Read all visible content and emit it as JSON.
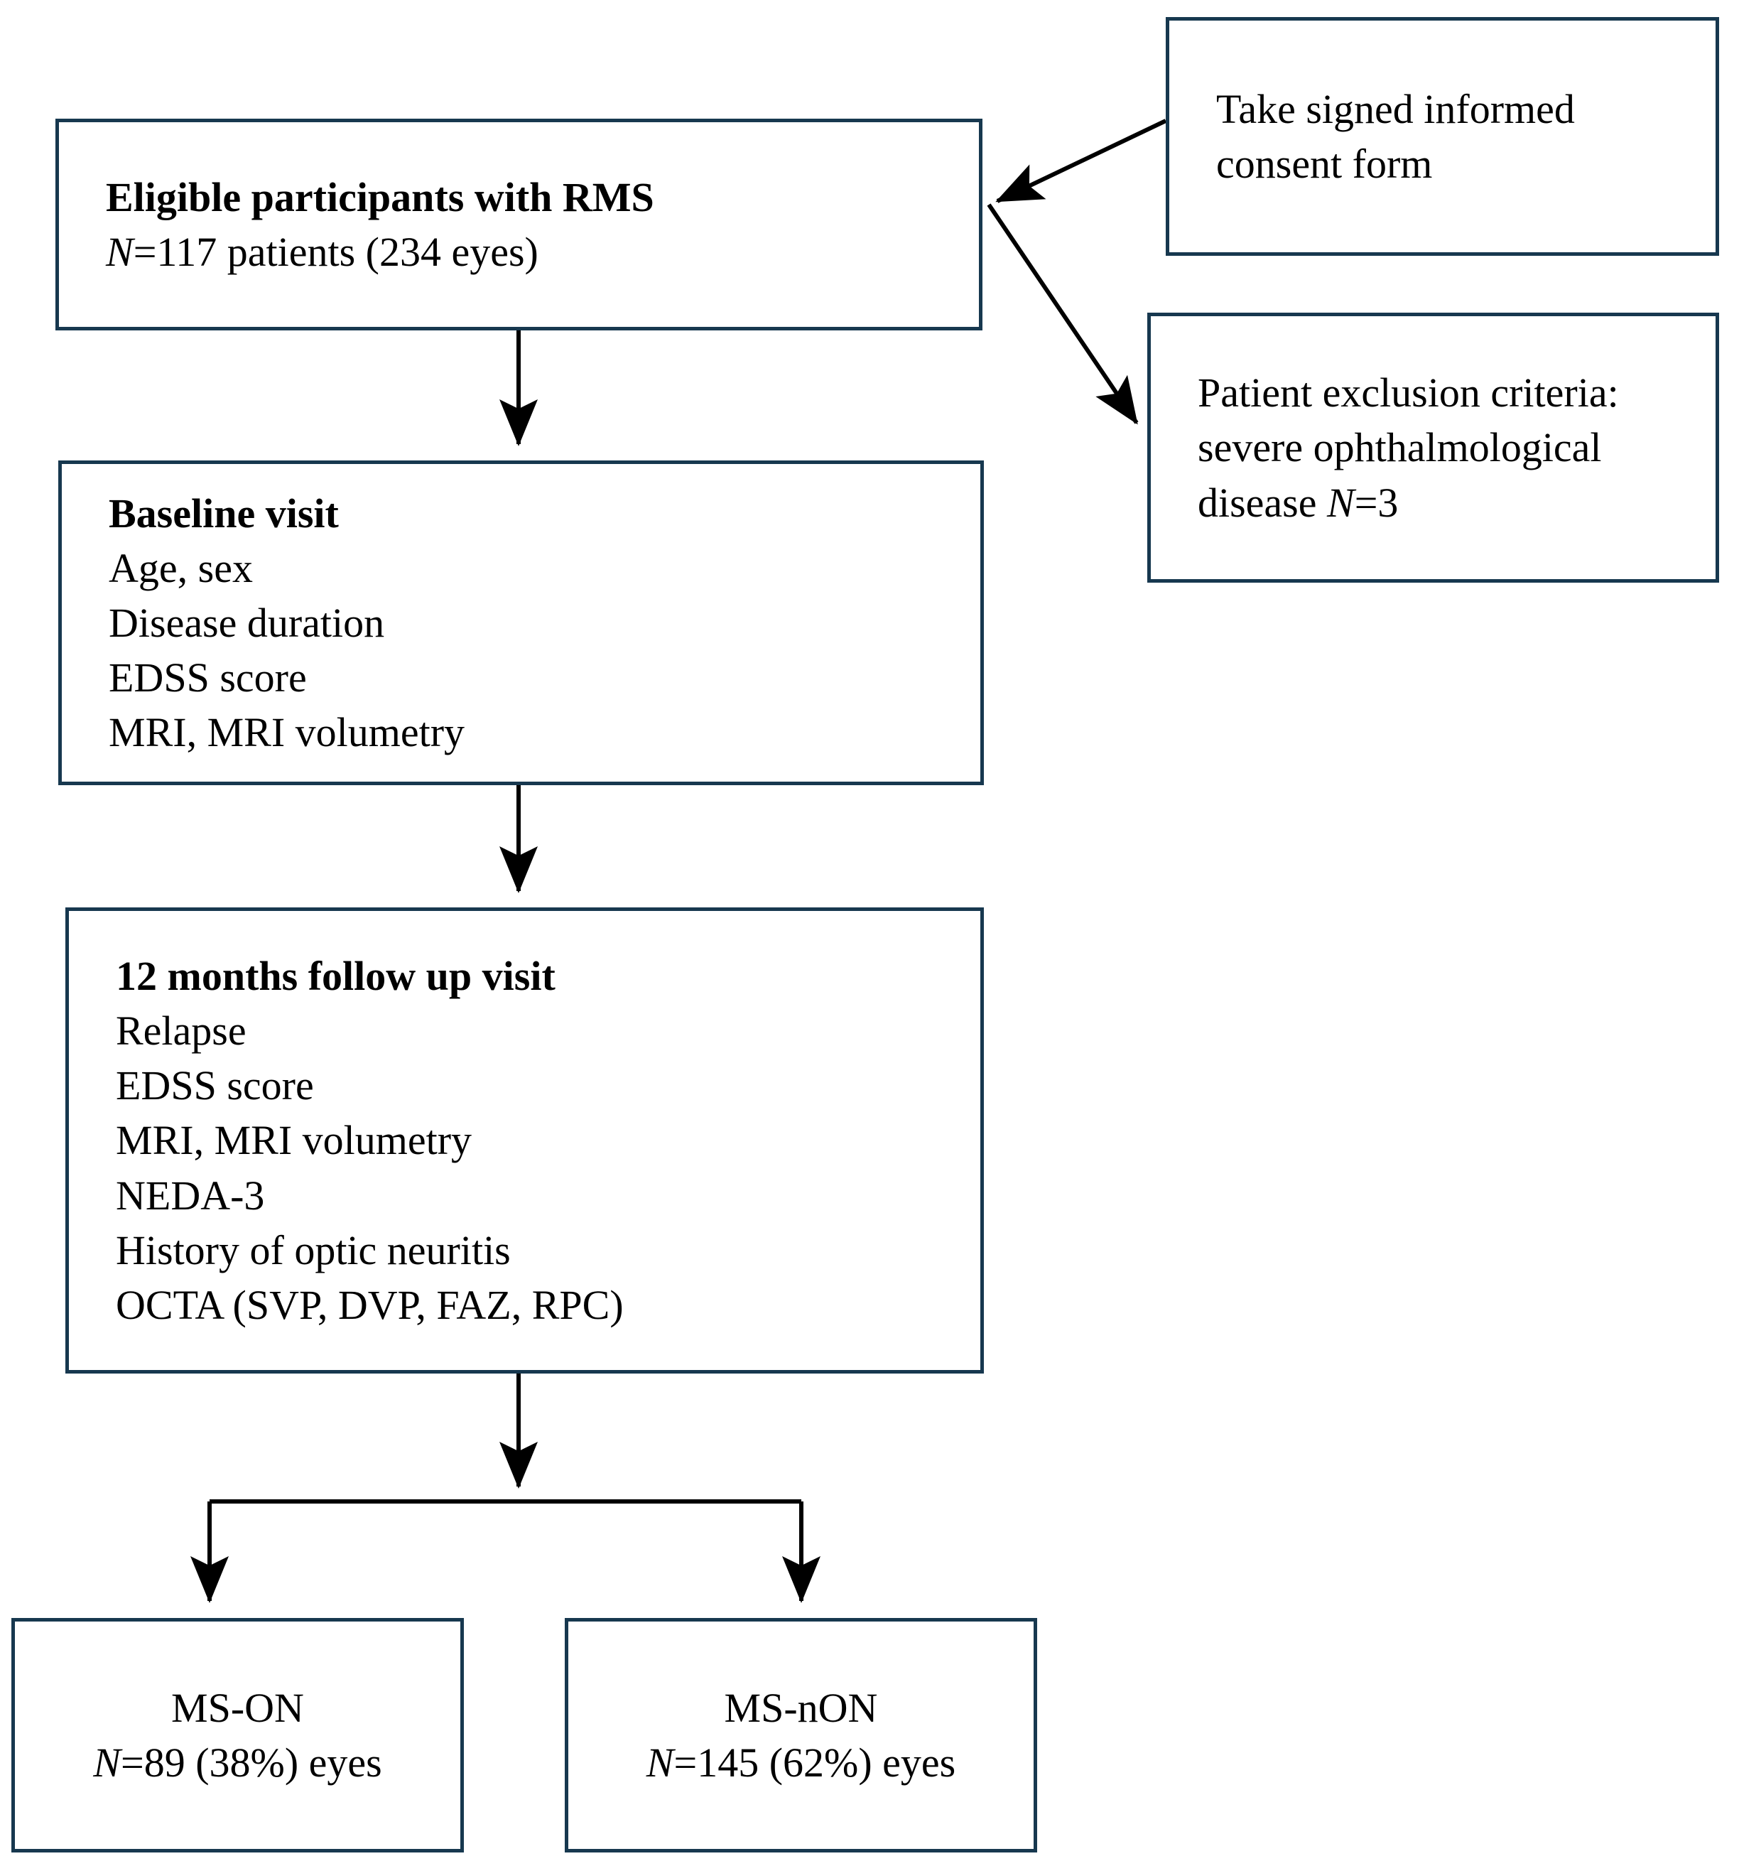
{
  "figure": {
    "type": "study-flowchart",
    "accent_color": "#17384f",
    "background_color": "#ffffff",
    "text_color": "#000000"
  },
  "boxes": {
    "eligible": {
      "title": "Eligible participants with RMS",
      "line2_prefix": "N",
      "line2_rest": "=117 patients (234 eyes)"
    },
    "baseline": {
      "title": "Baseline visit",
      "items": [
        "Age, sex",
        "Disease duration",
        "EDSS score",
        "MRI, MRI volumetry"
      ]
    },
    "followup": {
      "title": "12 months follow up visit",
      "items": [
        "Relapse",
        "EDSS score",
        "MRI, MRI volumetry",
        "NEDA-3",
        "History of optic neuritis",
        "OCTA (SVP, DVP, FAZ, RPC)"
      ]
    },
    "ms_on": {
      "title": "MS-ON",
      "line2_prefix": "N",
      "line2_rest": "=89 (38%) eyes"
    },
    "ms_non": {
      "title": "MS-nON",
      "line2_prefix": "N",
      "line2_rest": "=145 (62%) eyes"
    },
    "consent": {
      "line1": "Take signed informed",
      "line2": "consent form"
    },
    "exclusion": {
      "line1": "Patient exclusion criteria:",
      "line2": "severe ophthalmological",
      "line3_prefix": "disease ",
      "line3_italic": "N",
      "line3_rest": "=3"
    }
  },
  "connectors": [
    {
      "name": "eligible-to-baseline",
      "from": "eligible",
      "to": "baseline",
      "style": "straight-arrow-down"
    },
    {
      "name": "baseline-to-followup",
      "from": "baseline",
      "to": "followup",
      "style": "straight-arrow-down"
    },
    {
      "name": "followup-to-split",
      "from": "followup",
      "to": "split",
      "style": "straight-arrow-down"
    },
    {
      "name": "split-to-ms-on",
      "from": "split",
      "to": "ms_on",
      "style": "elbow-arrow-down"
    },
    {
      "name": "split-to-ms-non",
      "from": "split",
      "to": "ms_non",
      "style": "elbow-arrow-down"
    },
    {
      "name": "consent-to-eligible",
      "from": "consent",
      "to": "eligible",
      "style": "diagonal-arrow-left"
    },
    {
      "name": "eligible-to-exclusion",
      "from": "eligible",
      "to": "exclusion",
      "style": "diagonal-arrow-right-down"
    }
  ]
}
